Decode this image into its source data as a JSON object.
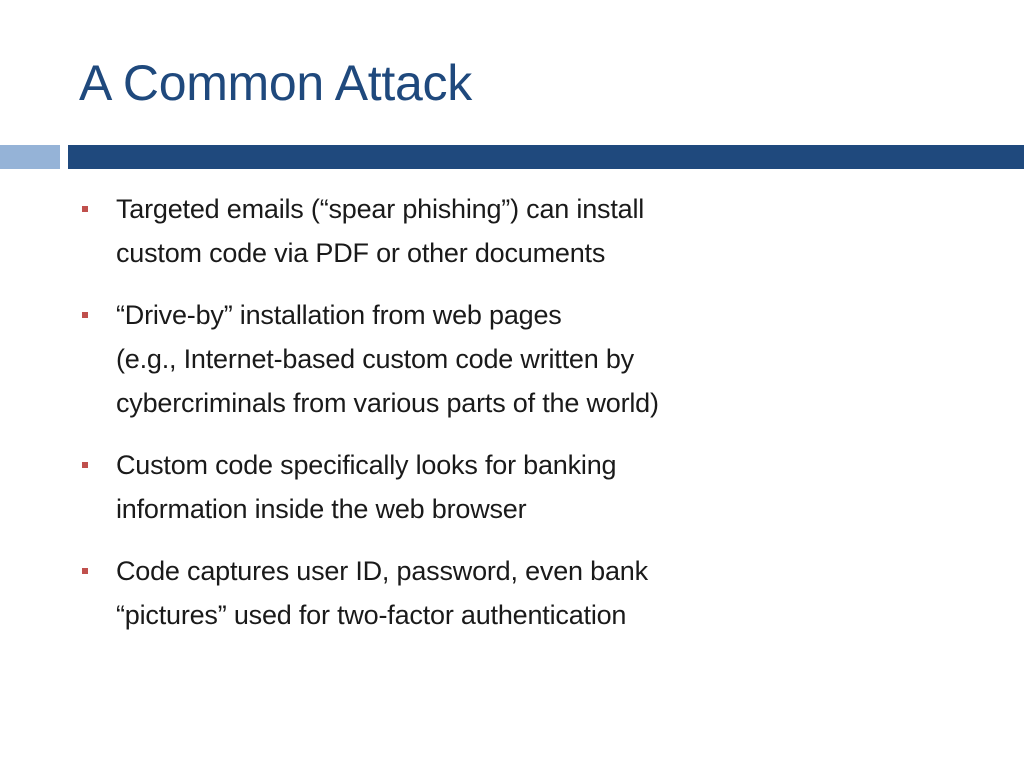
{
  "slide": {
    "title": "A Common Attack",
    "accent_colors": {
      "title": "#1f497d",
      "bar_dark": "#1f497d",
      "bar_light": "#95b3d7",
      "bullet_marker": "#c0504d"
    },
    "bullets": [
      {
        "text": "Targeted emails (“spear phishing”) can install\ncustom code via PDF or other documents"
      },
      {
        "text": "“Drive-by” installation from web pages\n(e.g., Internet-based custom code written by\ncybercriminals from various parts of the world)"
      },
      {
        "text": "Custom code specifically looks for banking\ninformation inside the web browser"
      },
      {
        "text": "Code captures user ID, password, even bank\n“pictures” used for two-factor authentication"
      }
    ]
  }
}
